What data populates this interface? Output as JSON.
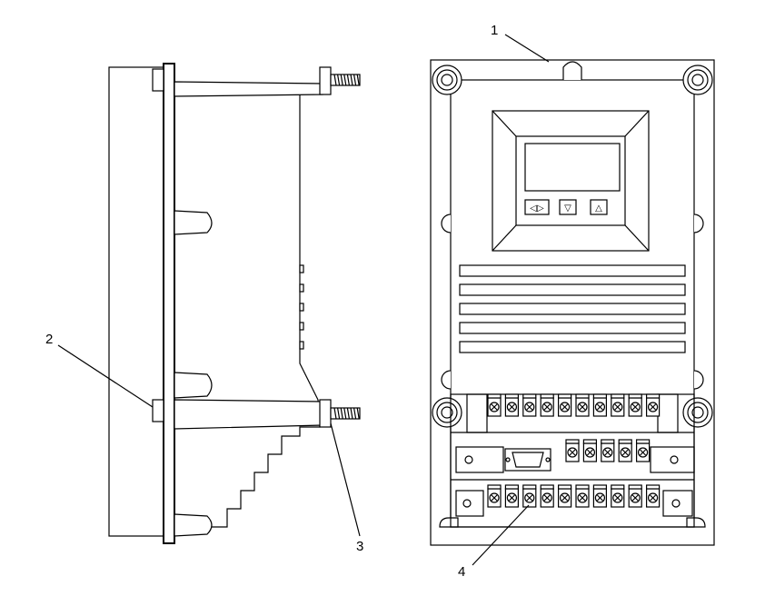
{
  "callouts": {
    "c1": "1",
    "c2": "2",
    "c3": "3",
    "c4": "4"
  },
  "device": {
    "keypad_keys": [
      "◁▷",
      "▽",
      "△"
    ],
    "vent_slot_count": 5,
    "top_terminal_count": 10,
    "middle_terminal_count": 5,
    "bottom_terminal_count": 10
  },
  "colors": {
    "line": "#000000",
    "background": "#ffffff"
  }
}
